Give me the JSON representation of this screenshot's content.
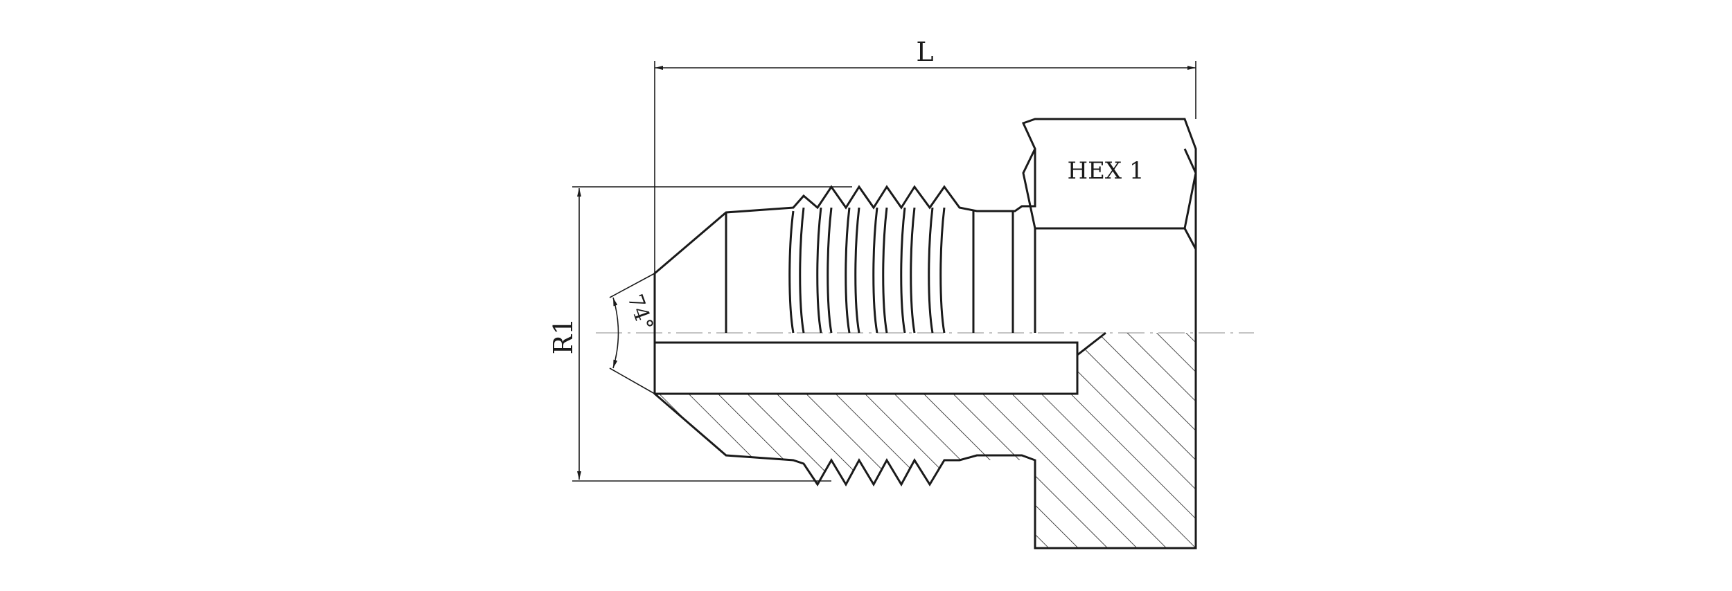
{
  "labels": {
    "length": "L",
    "hex": "HEX 1",
    "radius": "R1",
    "angle": "74°"
  },
  "colors": {
    "line": "#1a1a1a",
    "centerline": "#b0b0b0",
    "background": "#ffffff"
  }
}
